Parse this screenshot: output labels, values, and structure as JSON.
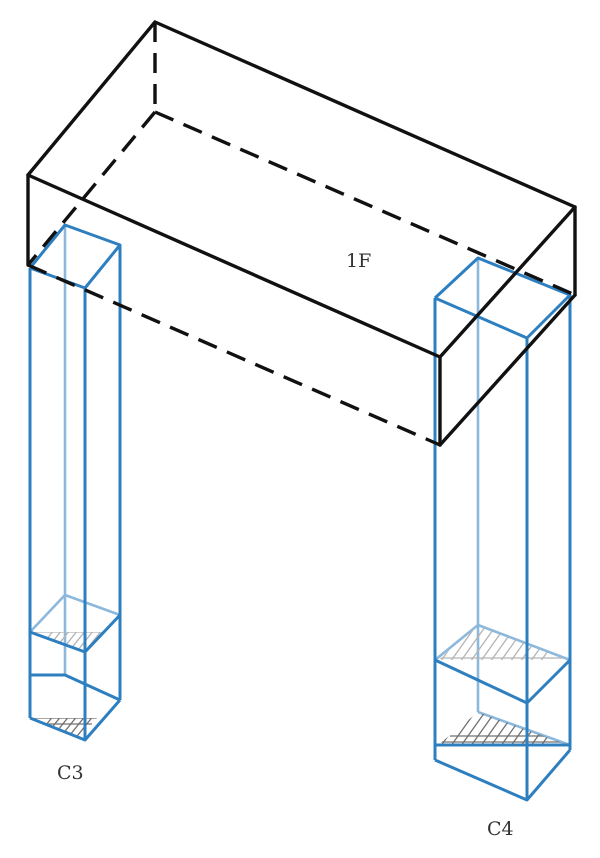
{
  "labels": {
    "floor": "1F",
    "column_left": "C3",
    "column_right": "C4"
  },
  "colors": {
    "frame": "#111111",
    "column": "#2e7fc0",
    "column_back": "#8cb8dd",
    "hatch_dark": "#707070",
    "hatch_light": "#b4b4b4"
  }
}
